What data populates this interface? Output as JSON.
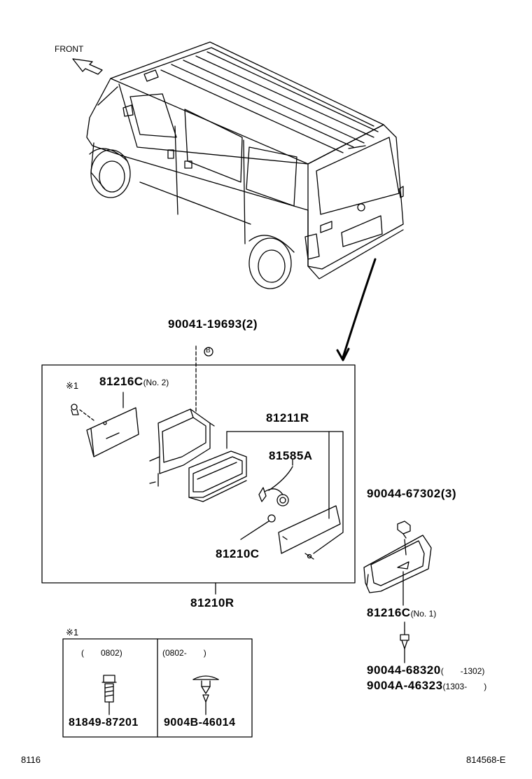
{
  "front_label": "FRONT",
  "mark_b": "B",
  "parts": {
    "bolt_top": {
      "number": "90041-19693",
      "qty": "(2)"
    },
    "cover_no2": {
      "number": "81216C",
      "note": "(No. 2)"
    },
    "assy_r": {
      "number": "81211R"
    },
    "socket": {
      "number": "81585A"
    },
    "bulb": {
      "number": "81210C"
    },
    "lamp_r": {
      "number": "81210R"
    },
    "clip": {
      "number": "90044-67302",
      "qty": "(3)"
    },
    "cover_no1": {
      "number": "81216C",
      "note": "(No. 1)"
    },
    "screw_a": {
      "number": "90044-68320",
      "range": "(　　-1302)"
    },
    "screw_b": {
      "number": "9004A-46323",
      "range": "(1303-　　)"
    }
  },
  "note_mark": "※1",
  "inset": {
    "mark": "※1",
    "left": {
      "range": "(　　0802)",
      "part": "81849-87201"
    },
    "right": {
      "range": "(0802-　　)",
      "part": "9004B-46014"
    }
  },
  "footer": {
    "page": "8116",
    "drawing": "814568-E"
  }
}
